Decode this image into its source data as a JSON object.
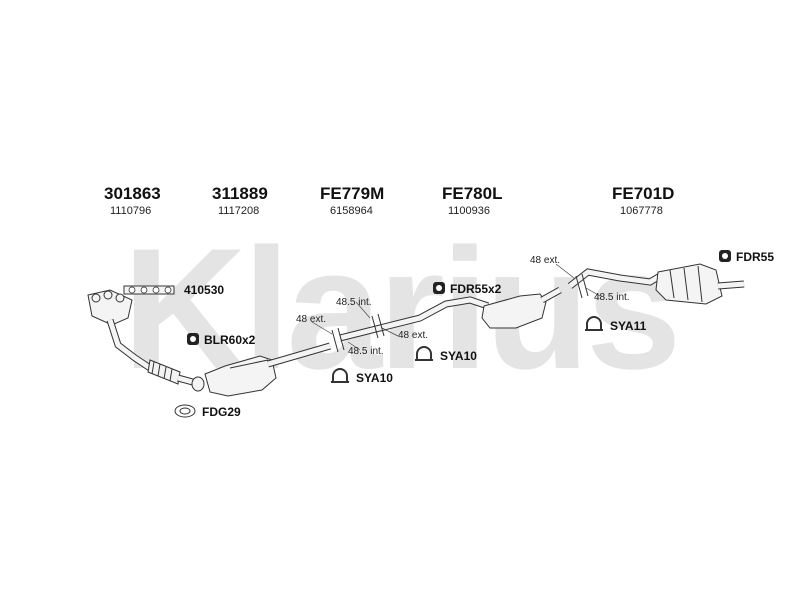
{
  "watermark": {
    "text": "Klarius"
  },
  "parts": [
    {
      "code": "301863",
      "ref": "1110796"
    },
    {
      "code": "311889",
      "ref": "1117208"
    },
    {
      "code": "FE779M",
      "ref": "6158964"
    },
    {
      "code": "FE780L",
      "ref": "1100936"
    },
    {
      "code": "FE701D",
      "ref": "1067778"
    }
  ],
  "fittings": {
    "f410530": "410530",
    "blr": "BLR60x2",
    "fdg": "FDG29",
    "sya10a": "SYA10",
    "sya10b": "SYA10",
    "fdr55x2": "FDR55x2",
    "sya11": "SYA11",
    "fdr55": "FDR55"
  },
  "dimensions": {
    "d1": "48 ext.",
    "d2": "48.5 int.",
    "d3": "48 ext.",
    "d4": "48.5 int.",
    "d5": "48 ext.",
    "d6": "48.5 int."
  },
  "colors": {
    "watermark": "#e4e4e4",
    "line": "#333333",
    "part": "#f4f4f4"
  }
}
